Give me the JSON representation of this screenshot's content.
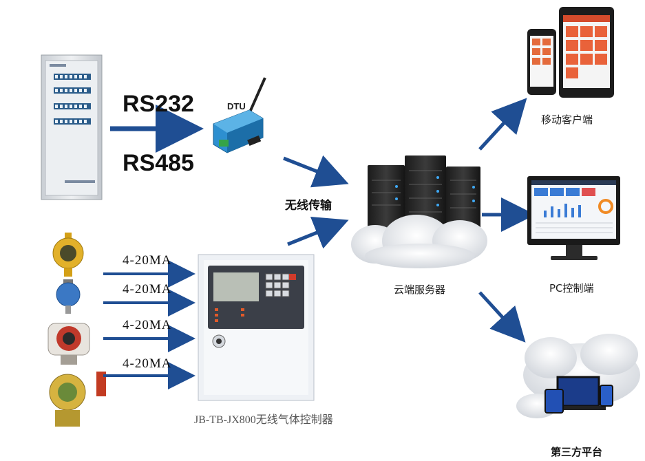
{
  "labels": {
    "rs232": "RS232",
    "rs485": "RS485",
    "dtu": "DTU",
    "wireless": "无线传输",
    "signal": "4-20MA",
    "cloud_server": "云端服务器",
    "mobile_client": "移动客户端",
    "pc_client": "PC控制端",
    "third_party": "第三方平台",
    "controller_caption": "JB-TB-JX800无线气体控制器"
  },
  "colors": {
    "arrow": "#1f4e93",
    "cabinet": "#d9dde2",
    "server": "#2a2a2a",
    "cloud": "#e6e8ec"
  }
}
